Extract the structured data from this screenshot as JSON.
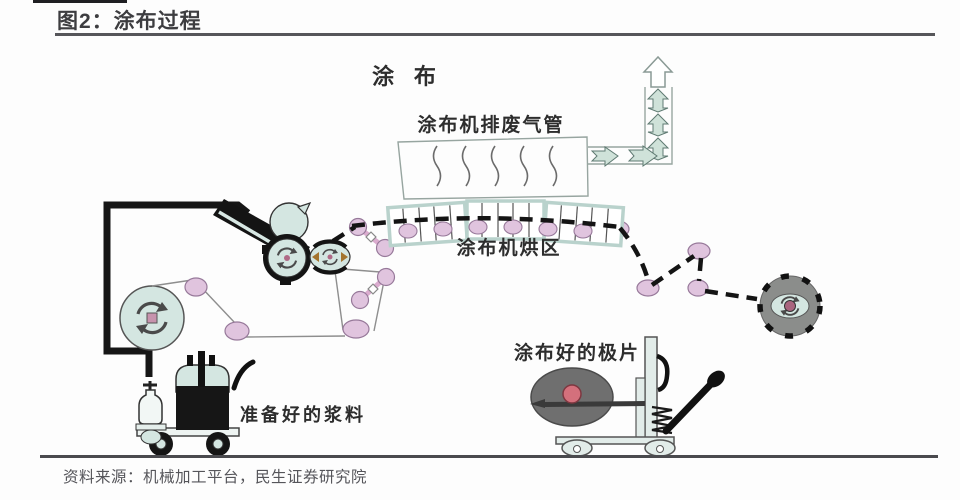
{
  "header": {
    "figure_label": "图2：涂布过程"
  },
  "diagram": {
    "title": "涂 布",
    "labels": {
      "exhaust_pipe": "涂布机排废气管",
      "drying_zone": "涂布机烘区",
      "prepared_slurry": "准备好的浆料",
      "coated_electrode": "涂布好的极片"
    },
    "colors": {
      "machine_teal": "#d4e6e1",
      "roller_pink": "#e0c4de",
      "oven_frame_teal": "#b9d2cc",
      "duct_arrow_fill": "#cfe2d9",
      "web_black": "#141414",
      "coated_roll_gray": "#6f6f6f",
      "winder_gray": "#8b8d8b"
    }
  },
  "footer": {
    "source": "资料来源：机械加工平台，民生证券研究院"
  }
}
